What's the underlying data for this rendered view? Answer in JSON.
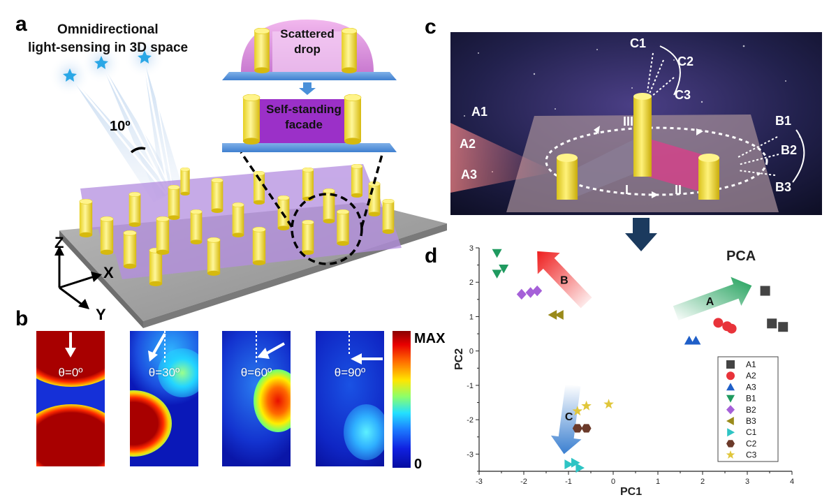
{
  "panels": {
    "a": "a",
    "b": "b",
    "c": "c",
    "d": "d"
  },
  "panel_a": {
    "title_line1": "Omnidirectional",
    "title_line2": "light-sensing in 3D space",
    "angle_label": "10º",
    "drop_label_1": "Scattered",
    "drop_label_2": "drop",
    "facade_label_1": "Self-standing",
    "facade_label_2": "facade",
    "axis_z": "Z",
    "axis_x": "X",
    "axis_y": "Y"
  },
  "panel_b": {
    "maps": [
      {
        "label": "θ=0º"
      },
      {
        "label": "θ=30º"
      },
      {
        "label": "θ=60º"
      },
      {
        "label": "θ=90º"
      }
    ],
    "colorbar_max": "MAX",
    "colorbar_min": "0"
  },
  "panel_c": {
    "labels_C": [
      "C1",
      "C2",
      "C3"
    ],
    "labels_A": [
      "A1",
      "A2",
      "A3"
    ],
    "labels_B": [
      "B1",
      "B2",
      "B3"
    ],
    "roman": [
      "III",
      "I",
      "II"
    ]
  },
  "chart_data": {
    "type": "scatter",
    "title": "PCA",
    "xlabel": "PC1",
    "ylabel": "PC2",
    "xlim": [
      -3,
      4
    ],
    "ylim": [
      -3.5,
      3
    ],
    "xticks": [
      -3,
      -2,
      -1,
      0,
      1,
      2,
      3,
      4
    ],
    "yticks": [
      3,
      2,
      1,
      0,
      -1,
      -2,
      -3
    ],
    "grid": false,
    "legend_position": "bottom-right",
    "arrow_labels": [
      "A",
      "B",
      "C"
    ],
    "series": [
      {
        "name": "A1",
        "marker": "square",
        "color": "#444444",
        "points": [
          [
            3.4,
            1.75
          ],
          [
            3.55,
            0.8
          ],
          [
            3.8,
            0.7
          ]
        ]
      },
      {
        "name": "A2",
        "marker": "circle",
        "color": "#e8333a",
        "points": [
          [
            2.35,
            0.82
          ],
          [
            2.55,
            0.72
          ],
          [
            2.65,
            0.65
          ]
        ]
      },
      {
        "name": "A3",
        "marker": "triangle-up",
        "color": "#1f5fc8",
        "points": [
          [
            1.7,
            0.3
          ],
          [
            1.85,
            0.3
          ]
        ]
      },
      {
        "name": "B1",
        "marker": "triangle-down",
        "color": "#1f9a5f",
        "points": [
          [
            -2.6,
            2.85
          ],
          [
            -2.6,
            2.25
          ],
          [
            -2.45,
            2.4
          ]
        ]
      },
      {
        "name": "B2",
        "marker": "diamond",
        "color": "#a560d8",
        "points": [
          [
            -2.05,
            1.65
          ],
          [
            -1.85,
            1.7
          ],
          [
            -1.7,
            1.75
          ]
        ]
      },
      {
        "name": "B3",
        "marker": "triangle-left",
        "color": "#9a8a1a",
        "points": [
          [
            -1.35,
            1.05
          ],
          [
            -1.2,
            1.05
          ]
        ]
      },
      {
        "name": "C1",
        "marker": "triangle-right",
        "color": "#2ec4c4",
        "points": [
          [
            -1.0,
            -3.3
          ],
          [
            -0.85,
            -3.25
          ],
          [
            -0.75,
            -3.4
          ]
        ]
      },
      {
        "name": "C2",
        "marker": "hexagon",
        "color": "#6b3a2a",
        "points": [
          [
            -0.8,
            -2.25
          ],
          [
            -0.6,
            -2.25
          ]
        ]
      },
      {
        "name": "C3",
        "marker": "star",
        "color": "#e0c63a",
        "points": [
          [
            -0.8,
            -1.75
          ],
          [
            -0.6,
            -1.6
          ],
          [
            -0.1,
            -1.55
          ]
        ]
      }
    ]
  }
}
